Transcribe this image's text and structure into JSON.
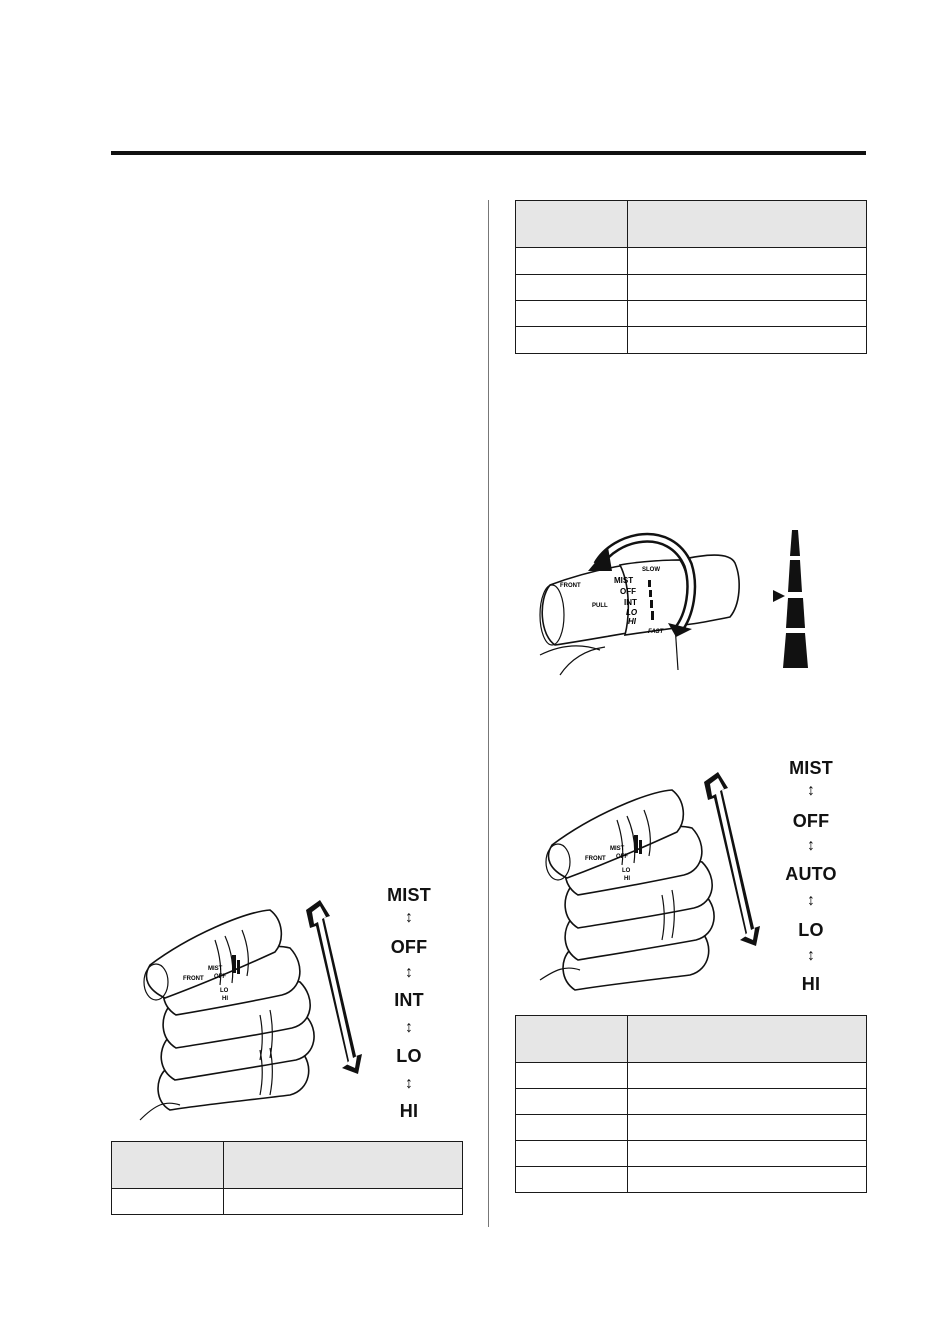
{
  "left_illustration": {
    "positions": [
      "MIST",
      "OFF",
      "INT",
      "LO",
      "HI"
    ],
    "lever_marks": {
      "front": "FRONT",
      "mist": "MIST",
      "off": "OFF",
      "lo": "LO",
      "hi": "HI"
    }
  },
  "right_dial_illustration": {
    "lever_marks": {
      "front": "FRONT",
      "pull": "PULL",
      "mist": "MIST",
      "off": "OFF",
      "int": "INT",
      "lo": "LO",
      "hi": "HI",
      "slow": "SLOW",
      "fast": "FAST"
    }
  },
  "right_illustration": {
    "positions": [
      "MIST",
      "OFF",
      "AUTO",
      "LO",
      "HI"
    ],
    "lever_marks": {
      "front": "FRONT",
      "mist": "MIST",
      "off": "OFF",
      "lo": "LO",
      "hi": "HI"
    }
  },
  "tables": {
    "left_bottom": {
      "rows": 1
    },
    "right_top": {
      "rows": 4
    },
    "right_bottom": {
      "rows": 5
    }
  }
}
